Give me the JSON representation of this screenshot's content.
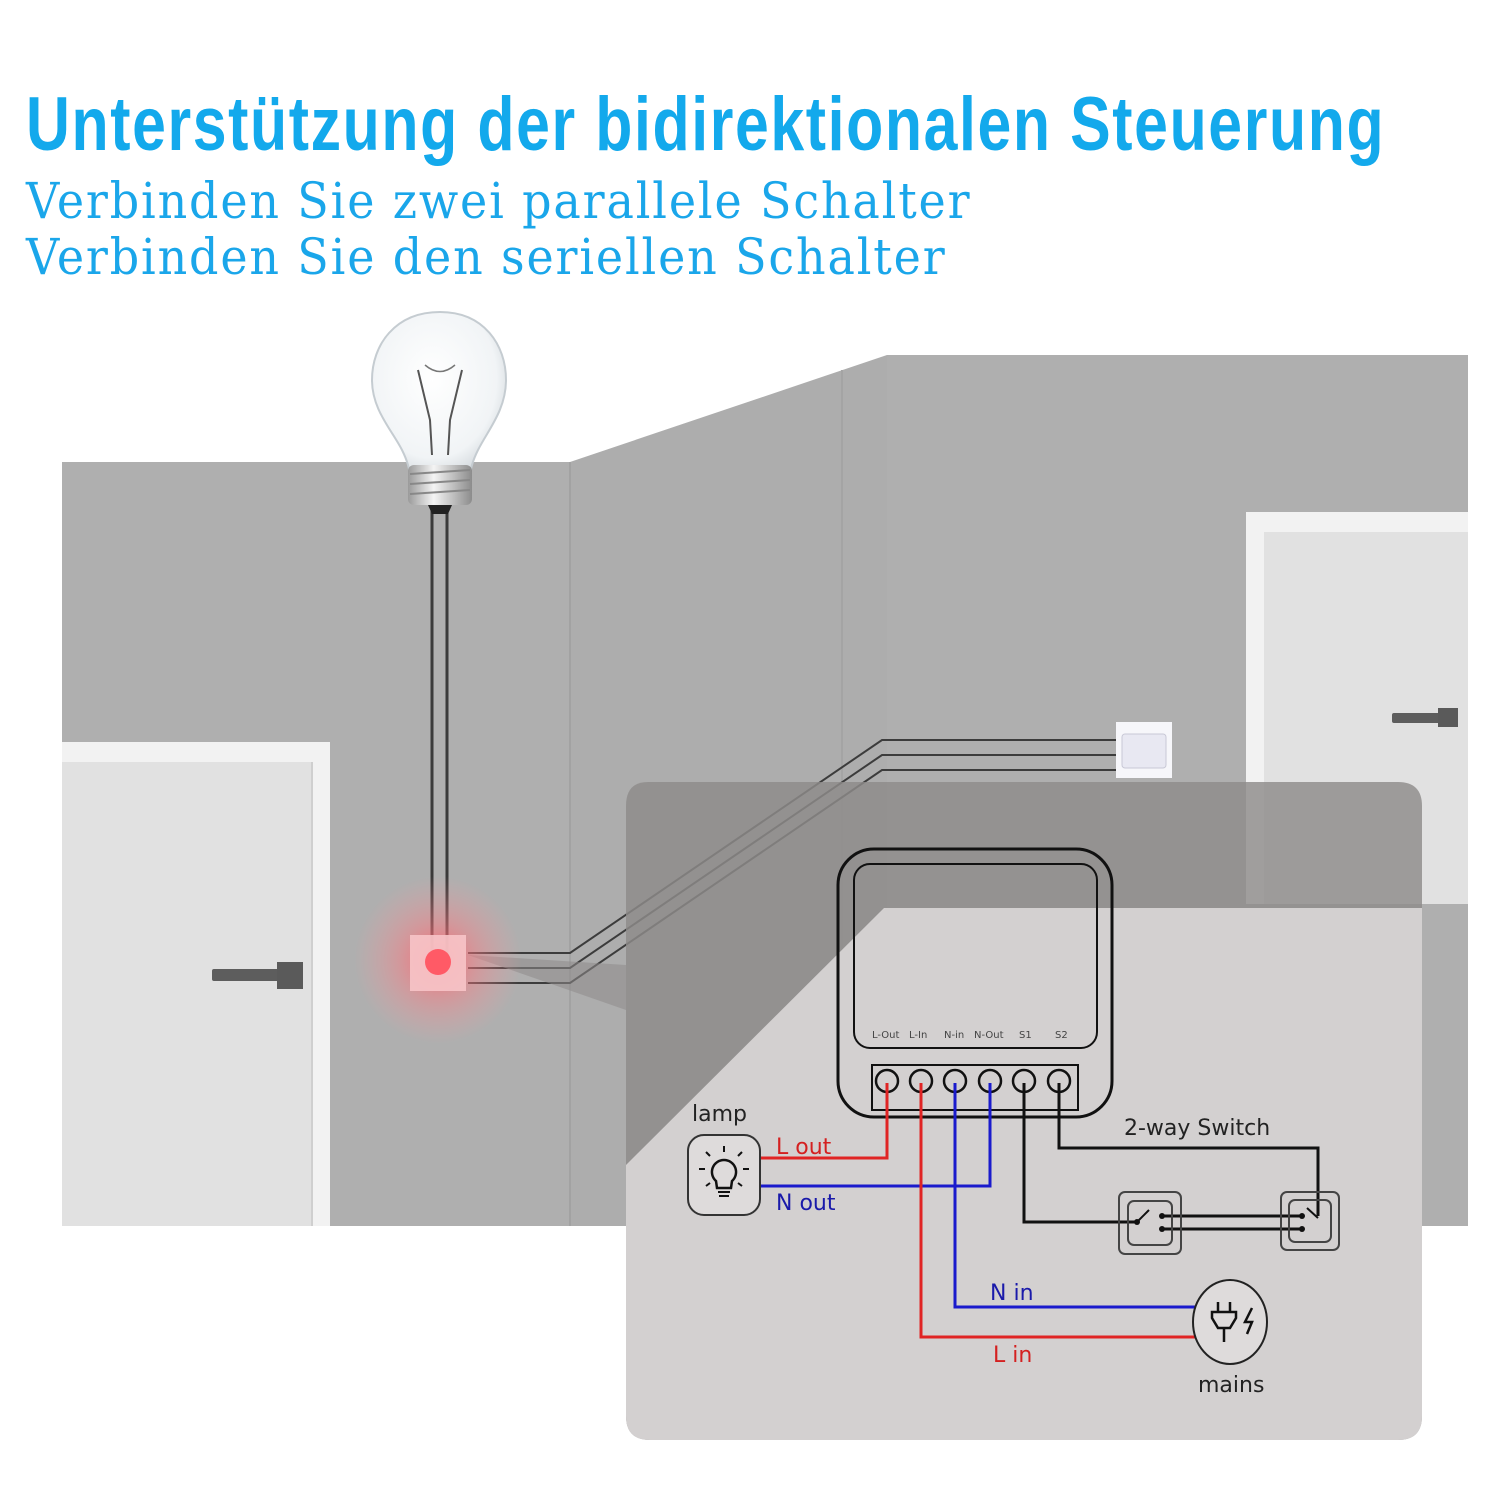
{
  "header": {
    "title": "Unterstützung der bidirektionalen Steuerung",
    "subtitle_lines": [
      "Verbinden Sie zwei parallele Schalter",
      "Verbinden Sie den seriellen Schalter"
    ]
  },
  "colors": {
    "title_blue": "#13a9ec",
    "wall_gray": "#afafaf",
    "door_light": "#e2e2e2",
    "panel_gray": "#d2cfcf",
    "live_wire_red": "#e02424",
    "neutral_wire_blue": "#1a1acc",
    "signal_wire_black": "#111111",
    "relay_glow": "#ff6b74"
  },
  "diagram": {
    "module_terminals": [
      "L-Out",
      "L-In",
      "N-in",
      "N-Out",
      "S1",
      "S2"
    ],
    "lamp_label": "lamp",
    "wire_labels": {
      "l_out": "L out",
      "n_out": "N out",
      "n_in": "N in",
      "l_in": "L in"
    },
    "switch_label": "2-way Switch",
    "mains_label": "mains"
  }
}
